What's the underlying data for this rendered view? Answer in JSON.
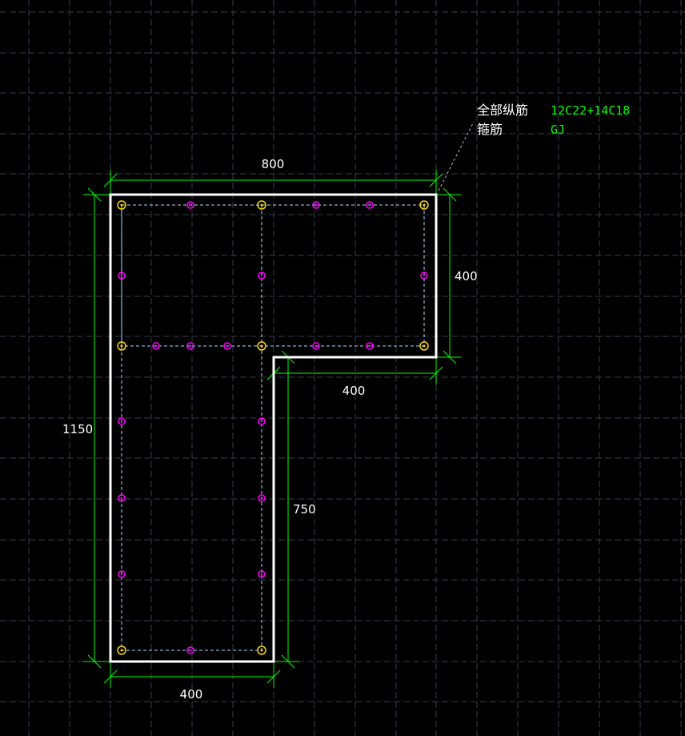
{
  "annotation": {
    "longitudinal_label": "全部纵筋",
    "longitudinal_value": "12C22+14C18",
    "stirrup_label": "箍筋",
    "stirrup_value": "GJ"
  },
  "dimensions": {
    "top_width": "800",
    "right_height": "400",
    "notch_width": "400",
    "total_height": "1150",
    "leg_height": "750",
    "bottom_width": "400"
  },
  "colors": {
    "background": "#000000",
    "grid": "#3a3a4a",
    "outline": "#ffffff",
    "dimension": "#00ff00",
    "stirrup": "#a8d8ff",
    "corner_bar": "#ffd700",
    "middle_bar": "#ff00ff",
    "leader": "#bbbbbb"
  }
}
